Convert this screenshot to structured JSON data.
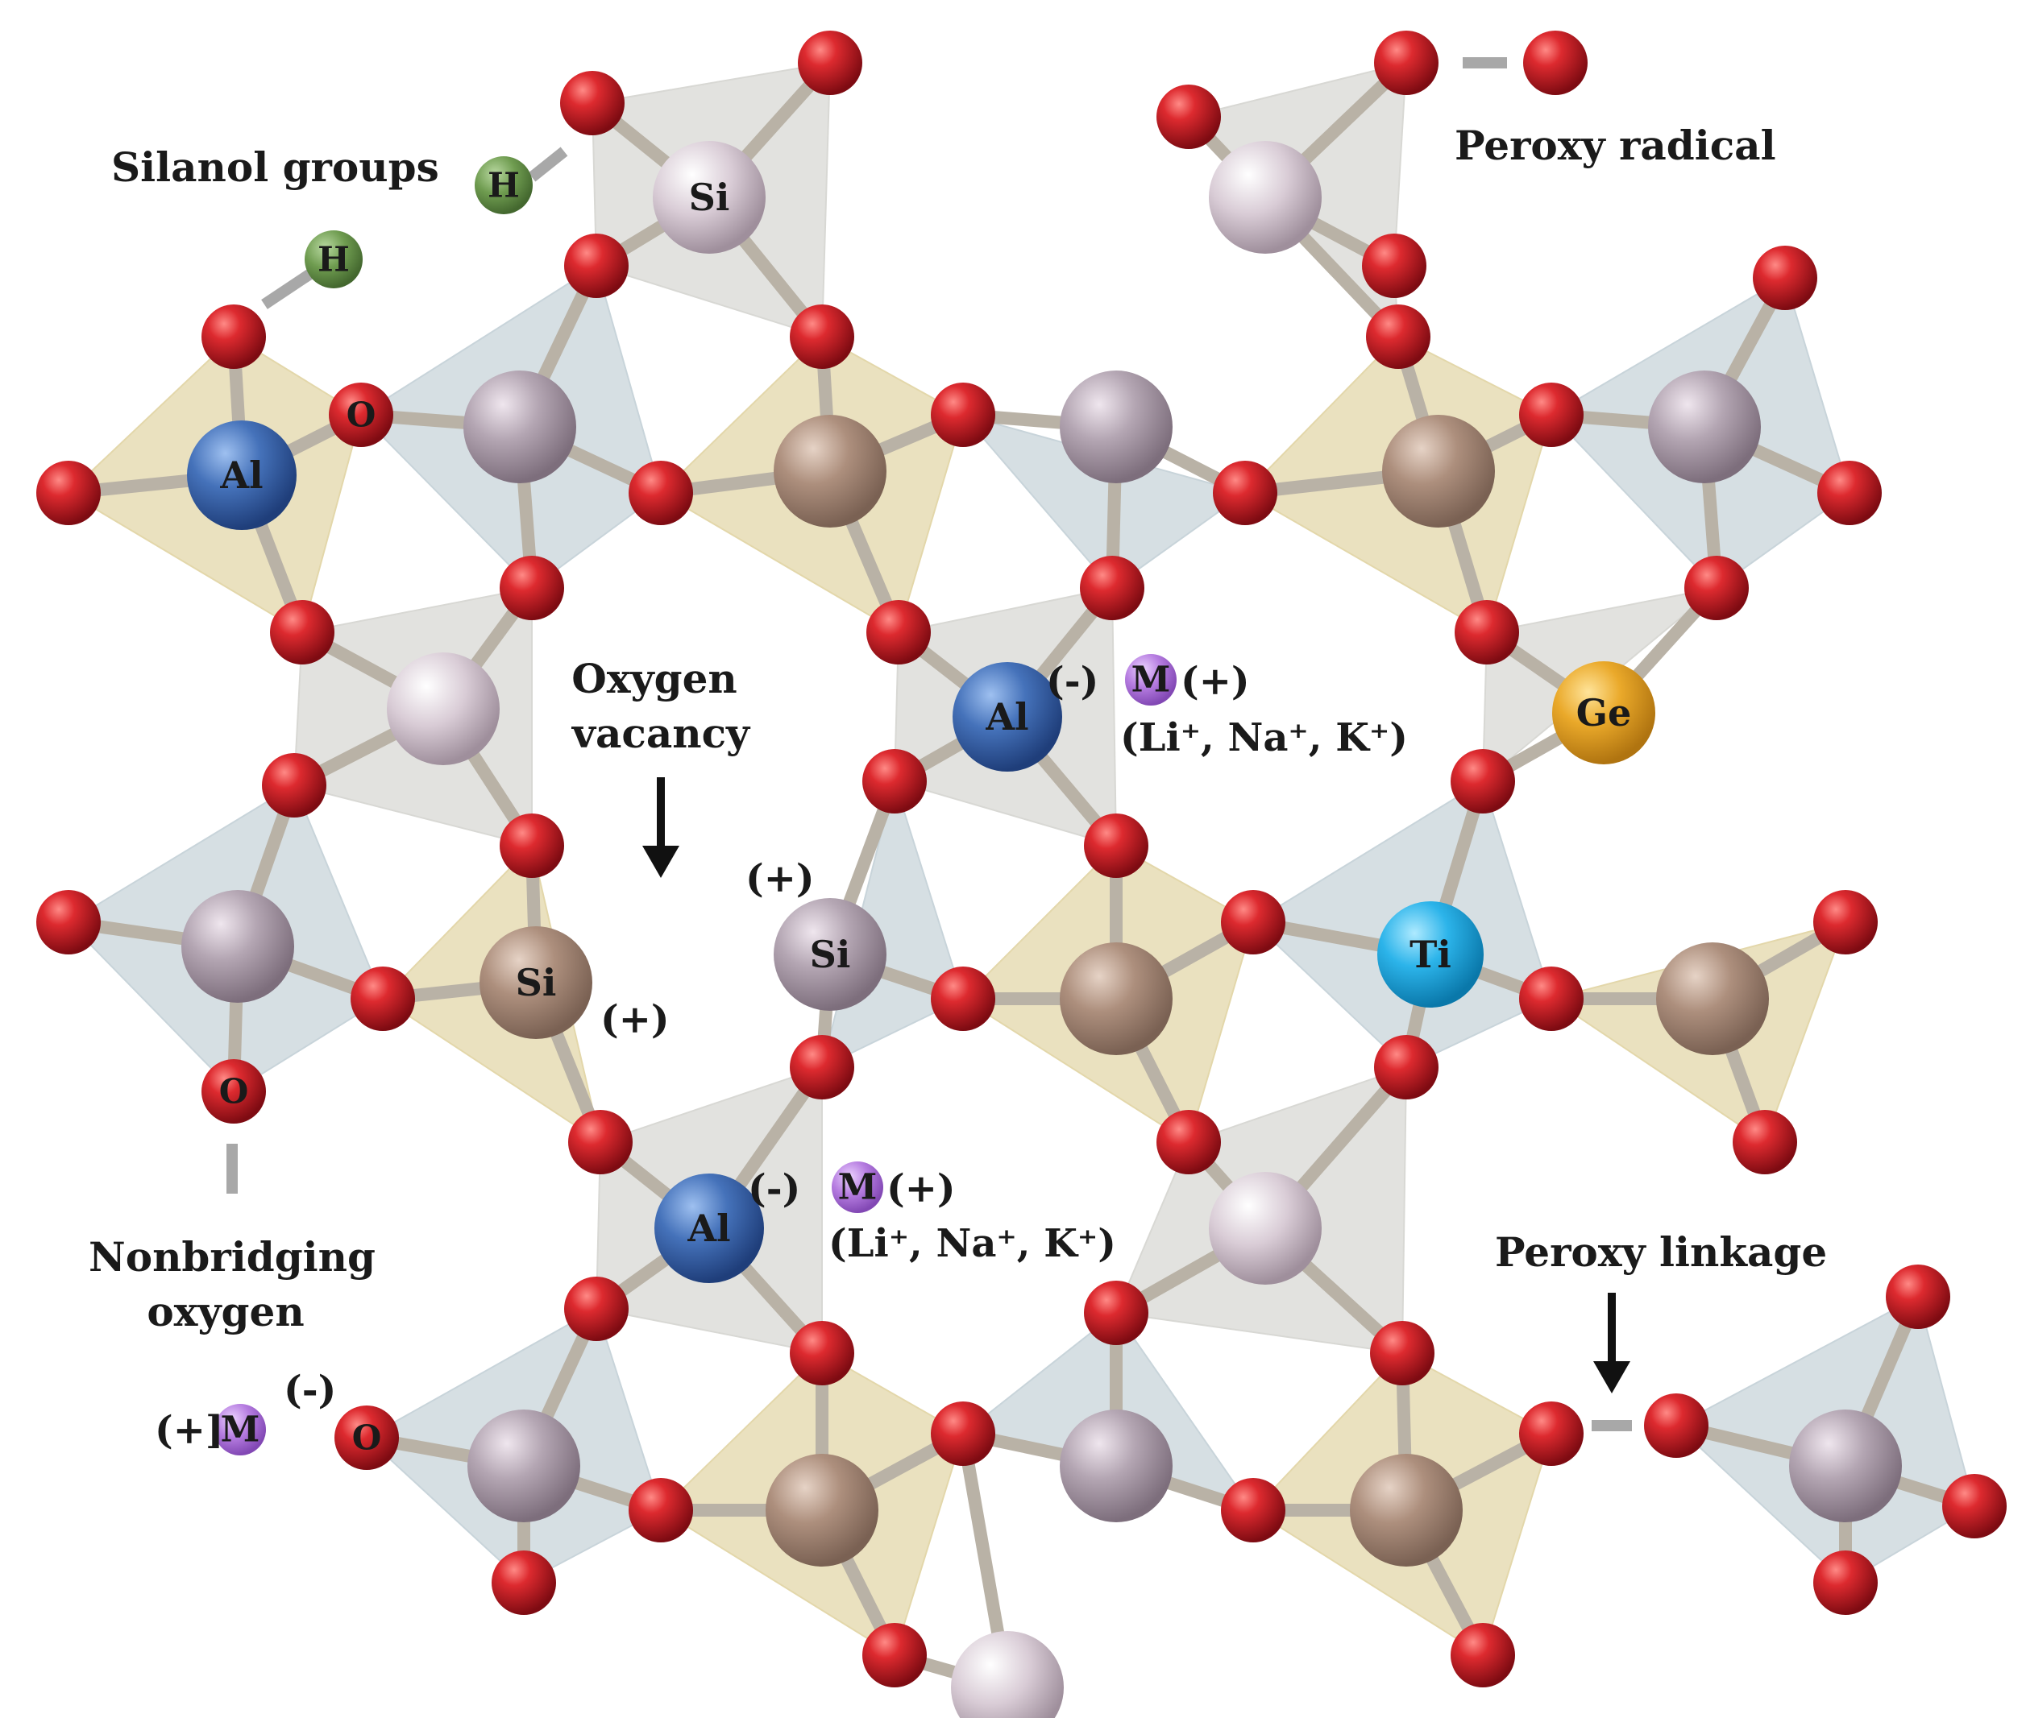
{
  "labels": {
    "silanol": "Silanol groups",
    "peroxy_radical": "Peroxy radical",
    "oxygen_vacancy_1": "Oxygen",
    "oxygen_vacancy_2": "vacancy",
    "nonbridging_1": "Nonbridging",
    "nonbridging_2": "oxygen",
    "peroxy_linkage": "Peroxy linkage",
    "alkali_list": "(Li⁺, Na⁺, K⁺)",
    "plus": "(+)",
    "minus": "(-)",
    "plus_bracket": "(+]"
  },
  "atoms": {
    "si": "Si",
    "al": "Al",
    "ge": "Ge",
    "ti": "Ti",
    "o": "O",
    "h": "H",
    "m": "M"
  },
  "colors": {
    "oxygen": "#c8202a",
    "si_grey": "#a89aa6",
    "si_tan": "#a68a78",
    "al_blue": "#3f6db5",
    "ge_gold": "#e5a825",
    "ti_cyan": "#27b2e6",
    "hydrogen": "#6d9a4e",
    "metal": "#b67be0",
    "tet_blue": "#c8d4da",
    "tet_yellow": "#e3d7aa",
    "tet_grey": "#d8d8d4"
  }
}
